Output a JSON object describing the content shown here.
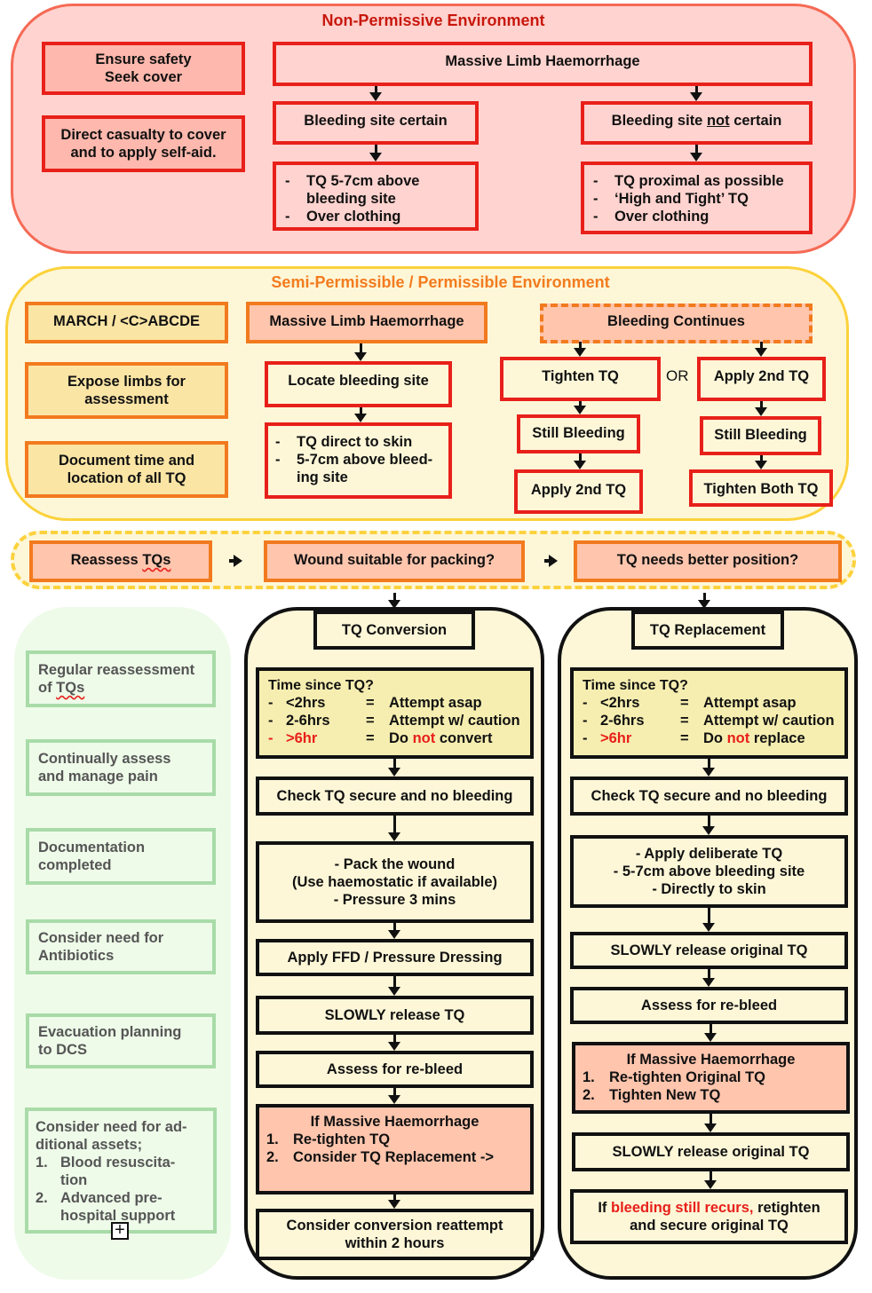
{
  "non_permissive": {
    "title": "Non-Permissive Environment",
    "safety_box": [
      "Ensure safety",
      "Seek cover"
    ],
    "self_aid_box": [
      "Direct casualty to cover",
      "and to apply self-aid."
    ],
    "mlh_box": "Massive Limb Haemorrhage",
    "certain_box": "Bleeding site certain",
    "not_certain_box": {
      "before": "Bleeding site ",
      "underlined": "not",
      "after": " certain"
    },
    "certain_actions": [
      {
        "bullet": "-",
        "text": "TQ 5-7cm above bleeding site"
      },
      {
        "bullet": "-",
        "text": "Over clothing"
      }
    ],
    "not_certain_actions": [
      {
        "bullet": "-",
        "text": "TQ proximal as possible"
      },
      {
        "bullet": "-",
        "text": "‘High and Tight’ TQ"
      },
      {
        "bullet": "-",
        "text": "Over clothing"
      }
    ]
  },
  "semi_permissive": {
    "title": "Semi-Permissible / Permissible Environment",
    "march_box": "MARCH / <C>ABCDE",
    "expose_box": [
      "Expose limbs for",
      "assessment"
    ],
    "document_box": [
      "Document time and",
      "location of all TQ"
    ],
    "mlh_box": "Massive Limb Haemorrhage",
    "locate_box": "Locate bleeding site",
    "locate_actions": [
      {
        "bullet": "-",
        "text": "TQ direct to skin"
      },
      {
        "bullet": "-",
        "text": "5-7cm above bleed-ing site"
      }
    ],
    "bleeding_continues_box": "Bleeding Continues",
    "or_label": "OR",
    "left_branch": [
      "Tighten TQ",
      "Still Bleeding",
      "Apply 2nd TQ"
    ],
    "right_branch": [
      "Apply 2nd TQ",
      "Still Bleeding",
      "Tighten Both TQ"
    ]
  },
  "reassess": {
    "steps": [
      {
        "before": "Reassess ",
        "squiggly": "TQs"
      },
      {
        "before": "Wound suitable for packing?",
        "squiggly": ""
      },
      {
        "before": "TQ needs better position?",
        "squiggly": ""
      }
    ]
  },
  "ongoing_care": {
    "items": [
      {
        "lines": [
          "Regular reassessment",
          "of "
        ],
        "squiggly": "TQs"
      },
      {
        "lines": [
          "Continually assess",
          "and manage pain"
        ]
      },
      {
        "lines": [
          "Documentation",
          "completed"
        ]
      },
      {
        "lines": [
          "Consider need for",
          "Antibiotics"
        ]
      },
      {
        "lines": [
          "Evacuation planning",
          "to DCS"
        ]
      }
    ],
    "assets": {
      "intro": "Consider need for ad-ditional assets;",
      "list": [
        {
          "num": "1.",
          "text": "Blood resuscita-tion"
        },
        {
          "num": "2.",
          "text": "Advanced pre-hospital support"
        }
      ],
      "expand_icon": "+"
    }
  },
  "conversion": {
    "header": "TQ Conversion",
    "time_title": "Time since TQ?",
    "time_rows": [
      {
        "dash": "-",
        "range": "<2hrs",
        "eq": "=",
        "pre": "Attempt asap",
        "red": "",
        "post": "",
        "warn": false
      },
      {
        "dash": "-",
        "range": "2-6hrs",
        "eq": "=",
        "pre": "Attempt w/ caution",
        "red": "",
        "post": "",
        "warn": false
      },
      {
        "dash": "-",
        "range": ">6hr",
        "eq": "=",
        "pre": "Do ",
        "red": "not",
        "post": " convert",
        "warn": true
      }
    ],
    "check_box": "Check TQ secure and no bleeding",
    "pack_box": [
      "- Pack the wound",
      "(Use haemostatic if available)",
      "- Pressure 3 mins"
    ],
    "ffd_box": "Apply FFD / Pressure Dressing",
    "release_box": "SLOWLY release TQ",
    "assess_box": "Assess for re-bleed",
    "mh_box": {
      "title": "If Massive Haemorrhage",
      "list": [
        {
          "num": "1.",
          "text": "Re-tighten TQ"
        },
        {
          "num": "2.",
          "text": "Consider TQ Replacement ->"
        }
      ]
    },
    "reattempt_box": [
      "Consider conversion reattempt",
      "within 2 hours"
    ]
  },
  "replacement": {
    "header": "TQ Replacement",
    "time_title": "Time since TQ?",
    "time_rows": [
      {
        "dash": "-",
        "range": "<2hrs",
        "eq": "=",
        "pre": "Attempt asap",
        "red": "",
        "post": "",
        "warn": false
      },
      {
        "dash": "-",
        "range": "2-6hrs",
        "eq": "=",
        "pre": "Attempt w/ caution",
        "red": "",
        "post": "",
        "warn": false
      },
      {
        "dash": "-",
        "range": ">6hr",
        "eq": "=",
        "pre": "Do ",
        "red": "not",
        "post": " replace",
        "warn": true
      }
    ],
    "check_box": "Check TQ secure and no bleeding",
    "deliberate_box": [
      "- Apply deliberate TQ",
      "- 5-7cm above bleeding site",
      "- Directly to skin"
    ],
    "release_box_1": "SLOWLY release original TQ",
    "assess_box": "Assess for re-bleed",
    "mh_box": {
      "title": "If Massive Haemorrhage",
      "list": [
        {
          "num": "1.",
          "text": "Re-tighten Original TQ"
        },
        {
          "num": "2.",
          "text": "Tighten New TQ"
        }
      ]
    },
    "release_box_2": "SLOWLY release original TQ",
    "recur_box": {
      "pre": "If ",
      "red": "bleeding still recurs,",
      "post": " retighten",
      "line2": "and secure original TQ"
    }
  },
  "colors": {
    "np_fill": "#ffd3cf",
    "np_border": "#e8201a",
    "np_title": "#c8180e",
    "sp_fill": "#fdf7d8",
    "sp_border": "#fcd23c",
    "sp_title": "#f37b1e",
    "orange_border": "#f27a1e",
    "salmon_fill": "#ffc5ad",
    "green_fill": "#eefbe9",
    "green_border": "#a8dba8",
    "warning_red": "#e8201a"
  }
}
